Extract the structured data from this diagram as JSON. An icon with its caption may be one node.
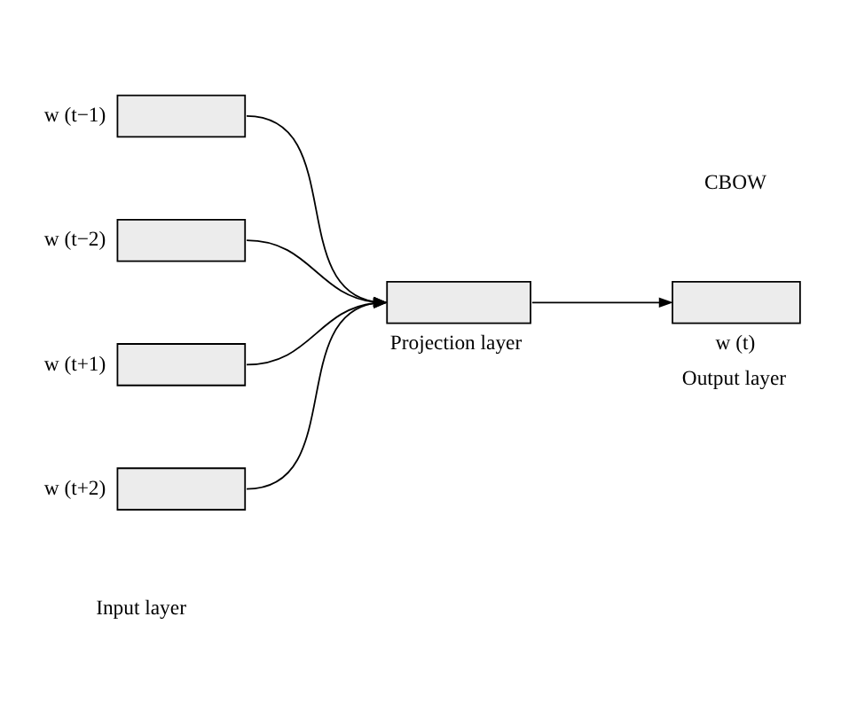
{
  "diagram": {
    "nodes": [
      {
        "text": [],
        "shape": "box",
        "beside": [
          "w (t−1)"
        ]
      },
      {
        "text": [],
        "shape": "box",
        "beside": [
          "w (t−2)"
        ]
      },
      {
        "text": [],
        "shape": "box",
        "beside": [
          "w (t+1)"
        ]
      },
      {
        "text": [],
        "shape": "box",
        "beside": [
          "w (t+2)"
        ]
      },
      {
        "text": [],
        "shape": "box",
        "beside": [
          "Projection layer"
        ]
      },
      {
        "text": [],
        "shape": "box",
        "beside": [
          "w (t)",
          "Output layer"
        ]
      }
    ],
    "edges": [
      {
        "from": 0,
        "to": 4,
        "arrow": "to"
      },
      {
        "from": 1,
        "to": 4,
        "arrow": "to"
      },
      {
        "from": 2,
        "to": 4,
        "arrow": "to"
      },
      {
        "from": 3,
        "to": 4,
        "arrow": "to"
      },
      {
        "from": 4,
        "to": 5,
        "arrow": "to"
      }
    ],
    "labels": [
      "CBOW",
      "Input layer"
    ]
  }
}
